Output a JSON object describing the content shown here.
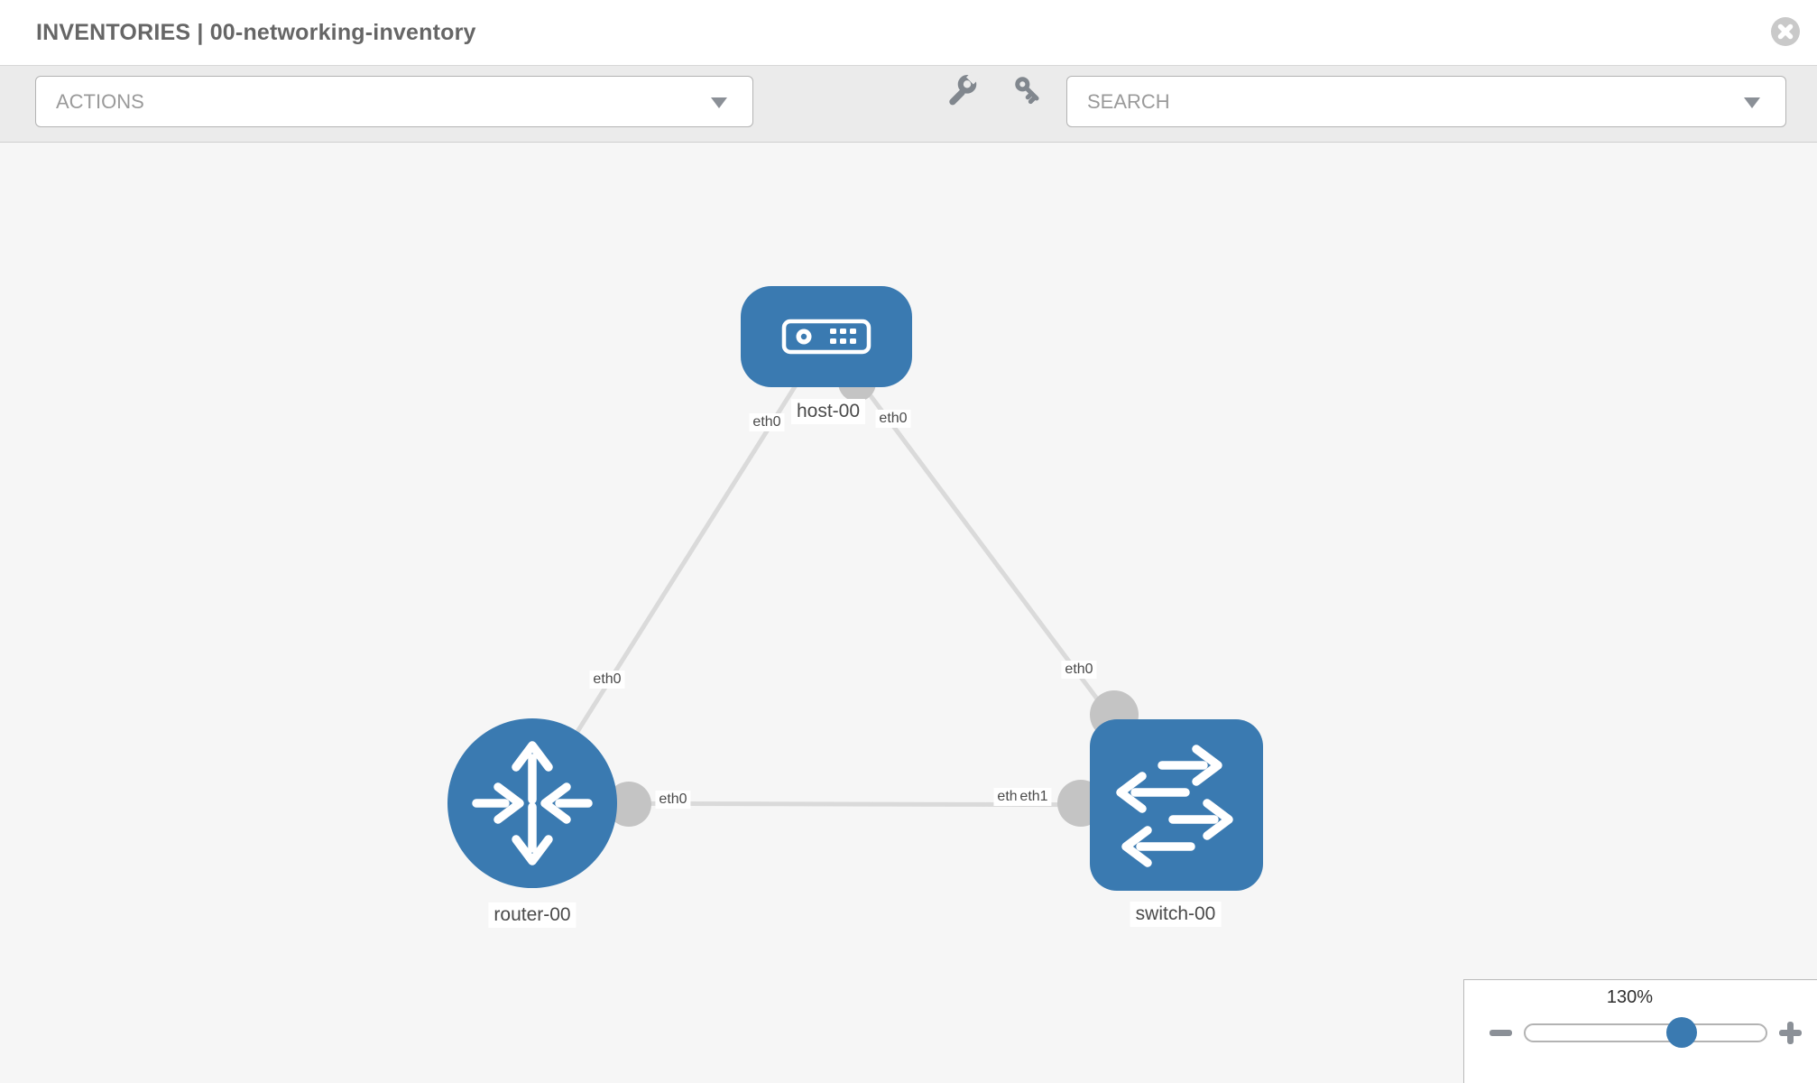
{
  "header": {
    "title": "INVENTORIES | 00-networking-inventory"
  },
  "toolbar": {
    "actions_label": "ACTIONS",
    "search_placeholder": "SEARCH"
  },
  "canvas": {
    "nodes": [
      {
        "label": "host-00",
        "type": "host"
      },
      {
        "label": "router-00",
        "type": "router"
      },
      {
        "label": "switch-00",
        "type": "switch"
      }
    ],
    "links": [
      {
        "from": "host-00",
        "from_port": "eth0",
        "to": "router-00",
        "to_port": "eth0"
      },
      {
        "from": "host-00",
        "from_port": "eth0",
        "to": "switch-00",
        "to_port": "eth0"
      },
      {
        "from": "router-00",
        "from_port": "eth0",
        "to": "switch-00",
        "to_port": "eth1"
      }
    ],
    "interface_labels": [
      "eth0",
      "eth0",
      "eth0",
      "eth0",
      "eth0",
      "eth0",
      "eth1"
    ]
  },
  "zoom_control": {
    "level": "130%"
  },
  "colors": {
    "node_blue": "#3a7ab1",
    "link_gray": "#dadada",
    "connector_gray": "#c4c4c4",
    "canvas_bg": "#f6f6f6",
    "toolbar_bg": "#ebebeb"
  }
}
